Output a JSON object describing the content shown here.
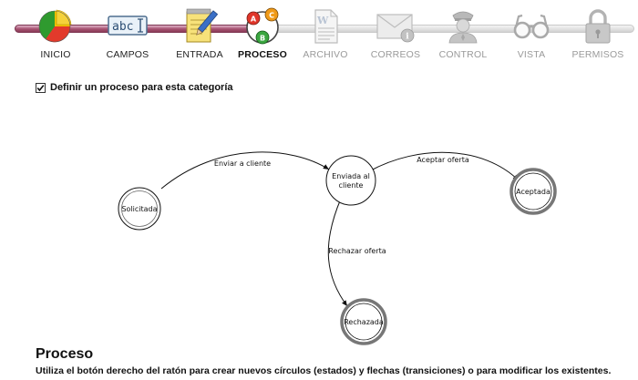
{
  "wizard": {
    "steps": [
      {
        "label": "INICIO",
        "icon": "pie-chart-icon",
        "state": "done"
      },
      {
        "label": "CAMPOS",
        "icon": "text-field-icon",
        "state": "done"
      },
      {
        "label": "ENTRADA",
        "icon": "notepad-icon",
        "state": "done"
      },
      {
        "label": "PROCESO",
        "icon": "process-abc-icon",
        "state": "active"
      },
      {
        "label": "ARCHIVO",
        "icon": "word-document-icon",
        "state": "disabled"
      },
      {
        "label": "CORREOS",
        "icon": "mail-icon",
        "state": "disabled"
      },
      {
        "label": "CONTROL",
        "icon": "police-officer-icon",
        "state": "disabled"
      },
      {
        "label": "VISTA",
        "icon": "glasses-icon",
        "state": "disabled"
      },
      {
        "label": "PERMISOS",
        "icon": "padlock-icon",
        "state": "disabled"
      }
    ],
    "colors": {
      "progress": "#9b4a69",
      "pending": "#d8d8d8"
    }
  },
  "process_icon_letters": {
    "a": "A",
    "b": "B",
    "c": "C"
  },
  "define_process": {
    "label": "Definir un proceso para esta categoría",
    "checked": true
  },
  "diagram": {
    "states": [
      {
        "id": "solicitada",
        "label": "Solicitada",
        "final": false
      },
      {
        "id": "enviada",
        "label_lines": [
          "Enviada al",
          "cliente"
        ],
        "final": false
      },
      {
        "id": "aceptada",
        "label": "Aceptada",
        "final": true
      },
      {
        "id": "rechazada",
        "label": "Rechazada",
        "final": true
      }
    ],
    "transitions": [
      {
        "from": "solicitada",
        "to": "enviada",
        "label": "Enviar a cliente"
      },
      {
        "from": "enviada",
        "to": "aceptada",
        "label": "Aceptar oferta"
      },
      {
        "from": "enviada",
        "to": "rechazada",
        "label": "Rechazar oferta"
      }
    ]
  },
  "section": {
    "title": "Proceso",
    "description": "Utiliza el botón derecho del ratón para crear nuevos círculos (estados) y flechas (transiciones) o para modificar los existentes."
  }
}
